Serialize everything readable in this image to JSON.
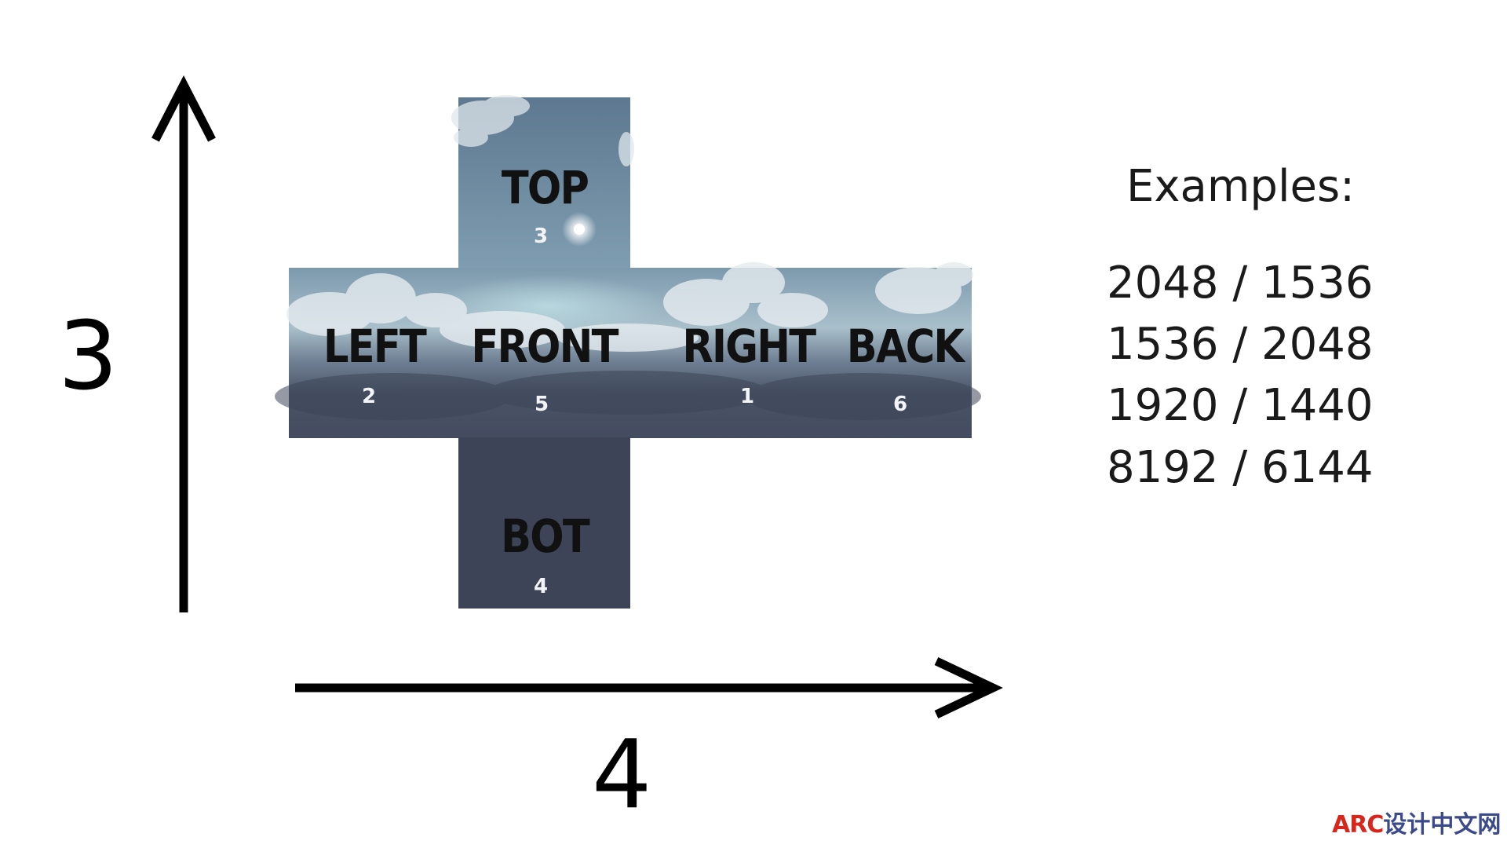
{
  "axes": {
    "vertical_label": "3",
    "horizontal_label": "4"
  },
  "faces": {
    "top": {
      "label": "TOP",
      "number": "3"
    },
    "left": {
      "label": "LEFT",
      "number": "2"
    },
    "front": {
      "label": "FRONT",
      "number": "5"
    },
    "right": {
      "label": "RIGHT",
      "number": "1"
    },
    "back": {
      "label": "BACK",
      "number": "6"
    },
    "bottom": {
      "label": "BOT",
      "number": "4"
    }
  },
  "examples": {
    "title": "Examples:",
    "items": [
      "2048 / 1536",
      "1536 / 2048",
      "1920 / 1440",
      "8192 / 6144"
    ]
  },
  "colors": {
    "sky_top": "#5f7a93",
    "sky_mid": "#8fa8b8",
    "cloud": "#dfe6ec",
    "storm": "#3d4558",
    "bottom_face": "#3e4457",
    "arrow": "#000000"
  },
  "watermark": {
    "brand": "ARC",
    "text": "设计中文网"
  }
}
